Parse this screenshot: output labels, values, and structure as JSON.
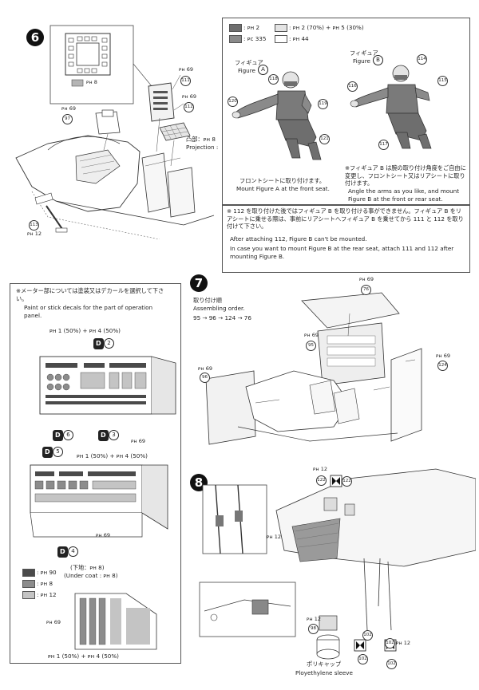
{
  "step6": {
    "number": "6",
    "meter_part": "ᴘн 8",
    "part_111": "111",
    "part_111_paint": "ᴘн 69",
    "part_112": "112",
    "part_112_paint": "ᴘн 69",
    "part_97": "97",
    "part_97_paint": "ᴘн 69",
    "part_113": "113",
    "part_113_paint": "ᴘн 12",
    "projection_jp": "凸部：ᴘн 8",
    "projection_en": "Projection :"
  },
  "figure_panel": {
    "legend": [
      {
        "label": ": ᴘн 2",
        "color": "#6e6e6e"
      },
      {
        "label": ": ᴘн 2 (70%) + ᴘн 5 (30%)",
        "color": "#e4e4e4"
      },
      {
        "label": ": ᴘc 335",
        "color": "#8a8a8a"
      },
      {
        "label": ": ᴘн 44",
        "color": "#ffffff"
      }
    ],
    "figure_a_jp": "フィギュア",
    "figure_a_en": "Figure",
    "figure_a_mark": "A",
    "figure_b_jp": "フィギュア",
    "figure_b_en": "Figure",
    "figure_b_mark": "B",
    "figA_parts": [
      "118",
      "119",
      "120",
      "121"
    ],
    "figB_parts": [
      "114",
      "115",
      "116",
      "117"
    ],
    "note_a_jp": "フロントシートに取り付けます。",
    "note_a_en": "Mount Figure A at the front seat.",
    "note_b_jp": "※フィギュア B は腕の取り付け角度をご自由に変更し、フロントシート又はリアシートに取り付けます。",
    "note_b_en": "Angle the arms as you like, and mount Figure B at the front or rear seat.",
    "warning_jp": "※ 112 を取り付けた後ではフィギュア B を取り付ける事ができません。フィギュア B をリアシートに乗せる際は、事前にリアシートへフィギュア B を乗せてから 111 と 112 を取り付けて下さい。",
    "warning_en_1": "After attaching 112, Figure B can't be mounted.",
    "warning_en_2": "In case you want to mount Figure B at the rear seat, attach 111 and 112 after mounting Figure B."
  },
  "meter_panel": {
    "note_jp": "※メーター部については塗装又はデカールを選択して下さい。",
    "note_en": "Paint or stick decals for the part of operation panel.",
    "mix_top": "ᴘн 1 (50%) + ᴘн 4 (50%)",
    "decal_2": "2",
    "decal_3": "3",
    "decal_6": "6",
    "decal_5": "5",
    "decal_4": "4",
    "mix_middle": "ᴘн 1 (50%) + ᴘн 4 (50%)",
    "paint_69_a": "ᴘн 69",
    "paint_69_b": "ᴘн 69",
    "paint_69_c": "ᴘн 69",
    "decal_letter": "D",
    "undercoat_jp": "(下地：ᴘн 8)",
    "undercoat_en": "(Under coat : ᴘн 8)",
    "legend": [
      {
        "label": ": ᴘн 90",
        "color": "#4a4a4a"
      },
      {
        "label": ": ᴘн 8",
        "color": "#8c8c8c"
      },
      {
        "label": ": ᴘн 12",
        "color": "#c4c4c4"
      }
    ],
    "mix_bottom": "ᴘн 1 (50%) + ᴘн 4 (50%)"
  },
  "step7": {
    "number": "7",
    "order_jp": "取り付け順",
    "order_en": "Assembling order.",
    "sequence": "95 → 96 → 124 → 76",
    "part_76": "76",
    "part_76_paint": "ᴘн 69",
    "part_95": "95",
    "part_95_paint": "ᴘн 69",
    "part_96": "96",
    "part_96_paint": "ᴘн 69",
    "part_124": "124",
    "part_124_paint": "ᴘн 69"
  },
  "step8": {
    "number": "8",
    "part_122_a": "122",
    "part_122_a_paint": "ᴘн 12",
    "part_122_b": "122",
    "paint_12_body": "ᴘн 12",
    "part_98": "98",
    "part_98_paint": "ᴘн 12",
    "part_102_a": "102",
    "part_102_b": "102",
    "part_102_b_paint": "ᴘн 12",
    "part_102_c": "102",
    "part_102_d": "102",
    "sleeve_jp": "ポリキャップ",
    "sleeve_en": "Ployethylene sleeve"
  }
}
